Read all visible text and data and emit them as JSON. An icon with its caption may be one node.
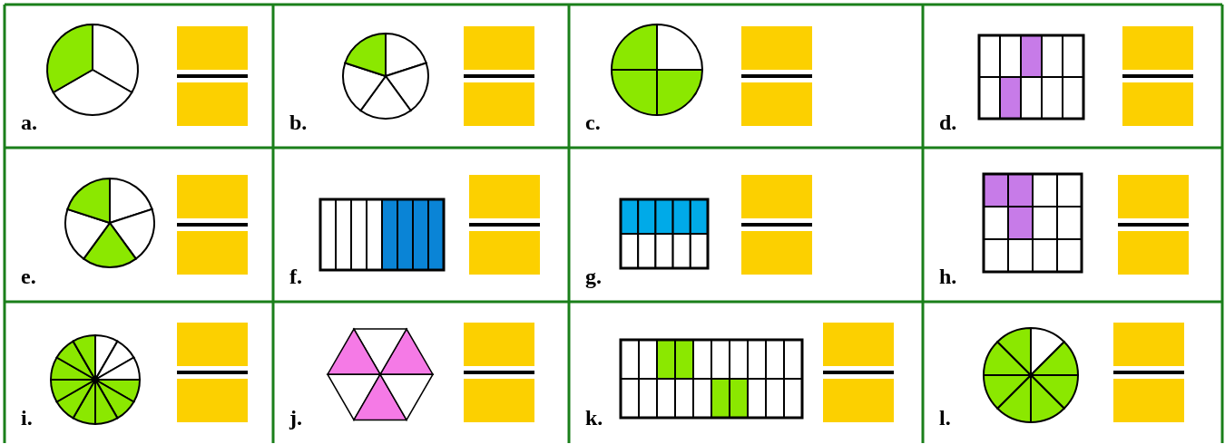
{
  "diagram": {
    "labels": [
      "a.",
      "b.",
      "c.",
      "d.",
      "e.",
      "f.",
      "g.",
      "h.",
      "i.",
      "j.",
      "k.",
      "l."
    ]
  }
}
